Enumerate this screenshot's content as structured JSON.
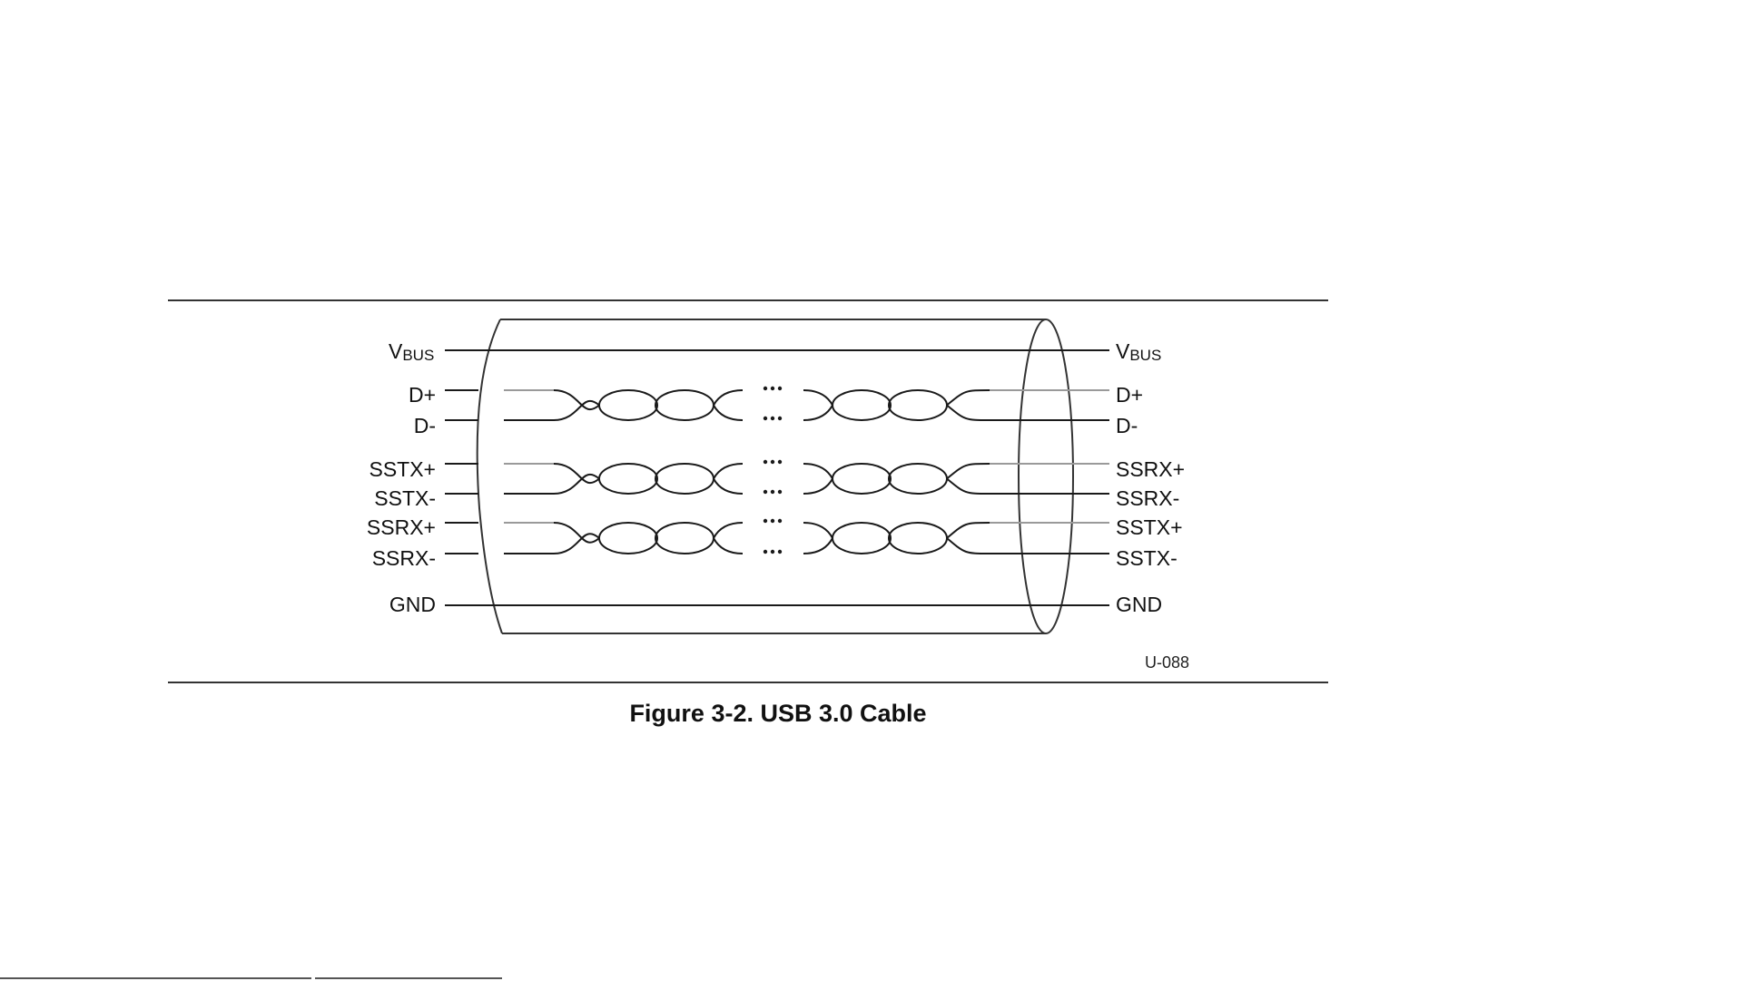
{
  "figure": {
    "caption": "Figure 3-2.  USB 3.0 Cable",
    "figure_id": "U-088"
  },
  "left_labels": {
    "vbus_main": "V",
    "vbus_sub": "BUS",
    "dplus": "D+",
    "dminus": "D-",
    "sstx_plus": "SSTX+",
    "sstx_minus": "SSTX-",
    "ssrx_plus": "SSRX+",
    "ssrx_minus": "SSRX-",
    "gnd": "GND"
  },
  "right_labels": {
    "vbus_main": "V",
    "vbus_sub": "BUS",
    "dplus": "D+",
    "dminus": "D-",
    "ssrx_plus": "SSRX+",
    "ssrx_minus": "SSRX-",
    "sstx_plus": "SSTX+",
    "sstx_minus": "SSTX-",
    "gnd": "GND"
  }
}
